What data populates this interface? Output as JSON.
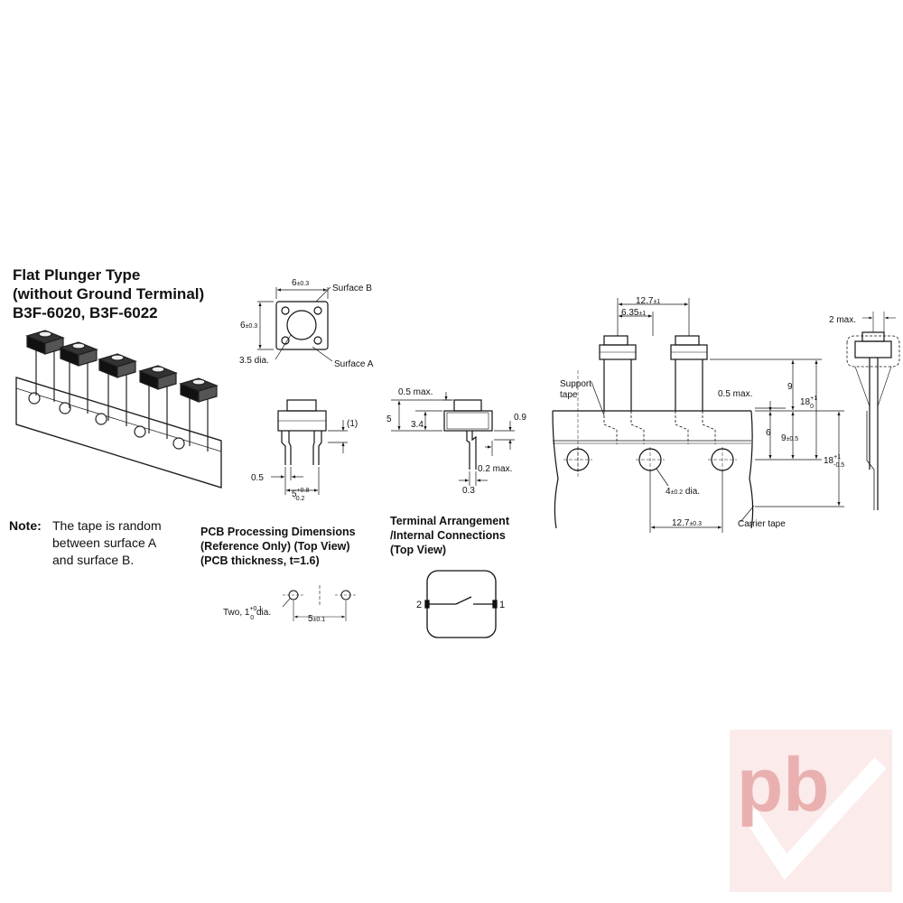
{
  "title": {
    "line1": "Flat Plunger Type",
    "line2": "(without Ground Terminal)",
    "line3": "B3F-6020, B3F-6022"
  },
  "note": {
    "label": "Note:",
    "line1": "The tape is random",
    "line2": "between surface A",
    "line3": "and surface B."
  },
  "pcb": {
    "title1": "PCB Processing Dimensions",
    "title2": "(Reference Only) (Top View)",
    "title3": "(PCB thickness, t=1.6)",
    "hole_label": "Two, 1",
    "hole_tol_upper": "+0.1",
    "hole_tol_lower": "0",
    "hole_suffix": " dia.",
    "spacing": "5",
    "spacing_tol": "±0.1"
  },
  "terminal": {
    "title1": "Terminal Arrangement",
    "title2": "/Internal Connections",
    "title3": "(Top View)",
    "pin_left": "2",
    "pin_right": "1"
  },
  "top_view": {
    "width": "6",
    "width_tol": "±0.3",
    "height": "6",
    "height_tol": "±0.3",
    "dia": "3.5 dia.",
    "surface_b": "Surface B",
    "surface_a": "Surface A"
  },
  "front_view": {
    "paren": "(1)",
    "pin_w": "0.5",
    "pitch": "5",
    "pitch_upper": "+0.8",
    "pitch_lower": "-0.2"
  },
  "side_view": {
    "max05": "0.5 max.",
    "h5": "5",
    "h34": "3.4",
    "d09": "0.9",
    "max02": "0.2 max.",
    "d03": "0.3"
  },
  "tape": {
    "pitch_top": "12.7",
    "pitch_top_tol": "±1",
    "half_pitch": "6.35",
    "half_pitch_tol": "±1",
    "support": "Support",
    "support2": "tape",
    "max05": "0.5 max.",
    "d9": "9",
    "d18": "18",
    "d18_upper": "+1",
    "d18_lower": "0",
    "d6": "6",
    "d9b": "9",
    "d9b_tol": "±0.5",
    "d18b": "18",
    "d18b_upper": "+1",
    "d18b_lower": "-0.5",
    "hole_dia": "4",
    "hole_tol": "±0.2",
    "hole_suffix": " dia.",
    "pitch_bottom": "12.7",
    "pitch_bottom_tol": "±0.3",
    "carrier": "Carrier tape",
    "max2": "2 max."
  },
  "watermark": {
    "text": "pb",
    "color": "#e8a8a8"
  }
}
